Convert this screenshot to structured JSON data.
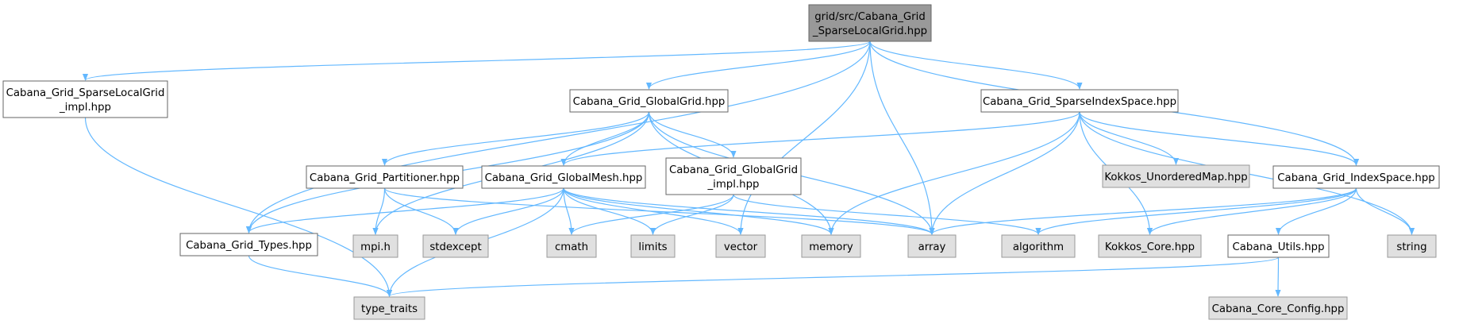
{
  "colors": {
    "edge": "#63b8ff",
    "root_fill": "#999999",
    "root_stroke": "#666666",
    "file_fill": "#ffffff",
    "file_stroke": "#666666",
    "system_fill": "#e0e0e0",
    "system_stroke": "#999999"
  },
  "nodes": [
    {
      "id": "root",
      "lines": [
        "grid/src/Cabana_Grid",
        "_SparseLocalGrid.hpp"
      ],
      "kind": "root"
    },
    {
      "id": "impl",
      "lines": [
        "Cabana_Grid_SparseLocalGrid",
        "_impl.hpp"
      ],
      "kind": "file"
    },
    {
      "id": "globalgrid",
      "lines": [
        "Cabana_Grid_GlobalGrid.hpp"
      ],
      "kind": "file"
    },
    {
      "id": "sparseindex",
      "lines": [
        "Cabana_Grid_SparseIndexSpace.hpp"
      ],
      "kind": "file"
    },
    {
      "id": "partitioner",
      "lines": [
        "Cabana_Grid_Partitioner.hpp"
      ],
      "kind": "file"
    },
    {
      "id": "globalmesh",
      "lines": [
        "Cabana_Grid_GlobalMesh.hpp"
      ],
      "kind": "file"
    },
    {
      "id": "ggimpl",
      "lines": [
        "Cabana_Grid_GlobalGrid",
        "_impl.hpp"
      ],
      "kind": "file"
    },
    {
      "id": "unordered",
      "lines": [
        "Kokkos_UnorderedMap.hpp"
      ],
      "kind": "system"
    },
    {
      "id": "indexspace",
      "lines": [
        "Cabana_Grid_IndexSpace.hpp"
      ],
      "kind": "file"
    },
    {
      "id": "types",
      "lines": [
        "Cabana_Grid_Types.hpp"
      ],
      "kind": "file"
    },
    {
      "id": "mpi",
      "lines": [
        "mpi.h"
      ],
      "kind": "system"
    },
    {
      "id": "stdexcept",
      "lines": [
        "stdexcept"
      ],
      "kind": "system"
    },
    {
      "id": "cmath",
      "lines": [
        "cmath"
      ],
      "kind": "system"
    },
    {
      "id": "limits",
      "lines": [
        "limits"
      ],
      "kind": "system"
    },
    {
      "id": "vector",
      "lines": [
        "vector"
      ],
      "kind": "system"
    },
    {
      "id": "memory",
      "lines": [
        "memory"
      ],
      "kind": "system"
    },
    {
      "id": "array",
      "lines": [
        "array"
      ],
      "kind": "system"
    },
    {
      "id": "algorithm",
      "lines": [
        "algorithm"
      ],
      "kind": "system"
    },
    {
      "id": "kokkoscore",
      "lines": [
        "Kokkos_Core.hpp"
      ],
      "kind": "system"
    },
    {
      "id": "utils",
      "lines": [
        "Cabana_Utils.hpp"
      ],
      "kind": "file"
    },
    {
      "id": "string",
      "lines": [
        "string"
      ],
      "kind": "system"
    },
    {
      "id": "typetraits",
      "lines": [
        "type_traits"
      ],
      "kind": "system"
    },
    {
      "id": "coreconfig",
      "lines": [
        "Cabana_Core_Config.hpp"
      ],
      "kind": "system"
    }
  ],
  "edges": [
    [
      "root",
      "impl"
    ],
    [
      "root",
      "globalgrid"
    ],
    [
      "root",
      "sparseindex"
    ],
    [
      "root",
      "indexspace"
    ],
    [
      "root",
      "types"
    ],
    [
      "root",
      "vector"
    ],
    [
      "root",
      "array"
    ],
    [
      "impl",
      "typetraits"
    ],
    [
      "globalgrid",
      "partitioner"
    ],
    [
      "globalgrid",
      "globalmesh"
    ],
    [
      "globalgrid",
      "ggimpl"
    ],
    [
      "globalgrid",
      "types"
    ],
    [
      "globalgrid",
      "mpi"
    ],
    [
      "globalgrid",
      "memory"
    ],
    [
      "globalgrid",
      "array"
    ],
    [
      "sparseindex",
      "globalmesh"
    ],
    [
      "sparseindex",
      "unordered"
    ],
    [
      "sparseindex",
      "indexspace"
    ],
    [
      "sparseindex",
      "memory"
    ],
    [
      "sparseindex",
      "array"
    ],
    [
      "sparseindex",
      "kokkoscore"
    ],
    [
      "sparseindex",
      "string"
    ],
    [
      "partitioner",
      "mpi"
    ],
    [
      "partitioner",
      "stdexcept"
    ],
    [
      "partitioner",
      "array"
    ],
    [
      "globalmesh",
      "types"
    ],
    [
      "globalmesh",
      "stdexcept"
    ],
    [
      "globalmesh",
      "cmath"
    ],
    [
      "globalmesh",
      "limits"
    ],
    [
      "globalmesh",
      "vector"
    ],
    [
      "globalmesh",
      "memory"
    ],
    [
      "globalmesh",
      "array"
    ],
    [
      "globalmesh",
      "typetraits"
    ],
    [
      "ggimpl",
      "cmath"
    ],
    [
      "ggimpl",
      "limits"
    ],
    [
      "ggimpl",
      "algorithm"
    ],
    [
      "indexspace",
      "array"
    ],
    [
      "indexspace",
      "algorithm"
    ],
    [
      "indexspace",
      "kokkoscore"
    ],
    [
      "indexspace",
      "utils"
    ],
    [
      "indexspace",
      "string"
    ],
    [
      "types",
      "typetraits"
    ],
    [
      "utils",
      "typetraits"
    ],
    [
      "utils",
      "coreconfig"
    ]
  ]
}
